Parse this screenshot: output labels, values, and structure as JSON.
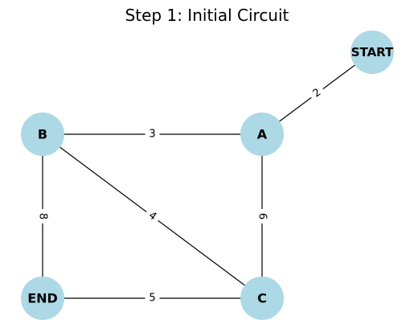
{
  "title": "Step 1: Initial Circuit",
  "colors": {
    "node_fill": "#add8e6",
    "edge": "#000000",
    "label_bg": "#ffffff",
    "text": "#000000"
  },
  "graph": {
    "nodes": [
      {
        "id": "START",
        "label": "START"
      },
      {
        "id": "A",
        "label": "A"
      },
      {
        "id": "B",
        "label": "B"
      },
      {
        "id": "C",
        "label": "C"
      },
      {
        "id": "END",
        "label": "END"
      }
    ],
    "edges": [
      {
        "from": "START",
        "to": "A",
        "weight": "2"
      },
      {
        "from": "B",
        "to": "A",
        "weight": "3"
      },
      {
        "from": "B",
        "to": "C",
        "weight": "4"
      },
      {
        "from": "A",
        "to": "C",
        "weight": "6"
      },
      {
        "from": "B",
        "to": "END",
        "weight": "8"
      },
      {
        "from": "END",
        "to": "C",
        "weight": "5"
      }
    ]
  }
}
